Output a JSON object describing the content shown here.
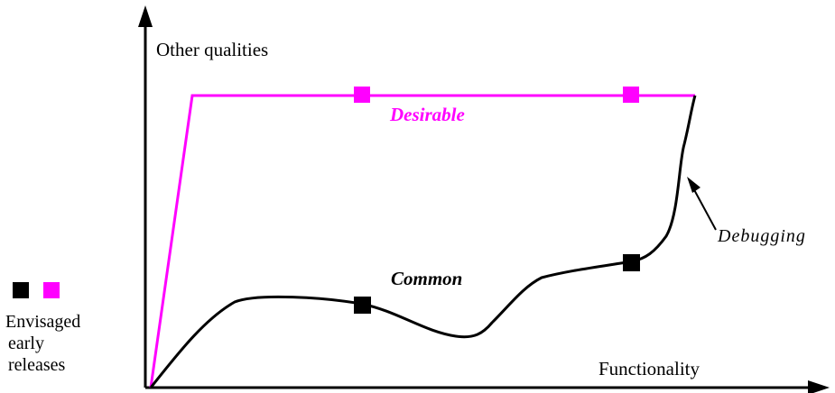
{
  "axes": {
    "y_label": "Other qualities",
    "x_label": "Functionality"
  },
  "curves": {
    "desirable": {
      "label": "Desirable",
      "color": "#ff00ff"
    },
    "common": {
      "label": "Common",
      "color": "#000000"
    }
  },
  "annotation": {
    "debugging": "Debugging"
  },
  "legend": {
    "marker_colors": [
      "#000000",
      "#ff00ff"
    ],
    "line1": "Envisaged",
    "line2": "early",
    "line3": "releases"
  }
}
